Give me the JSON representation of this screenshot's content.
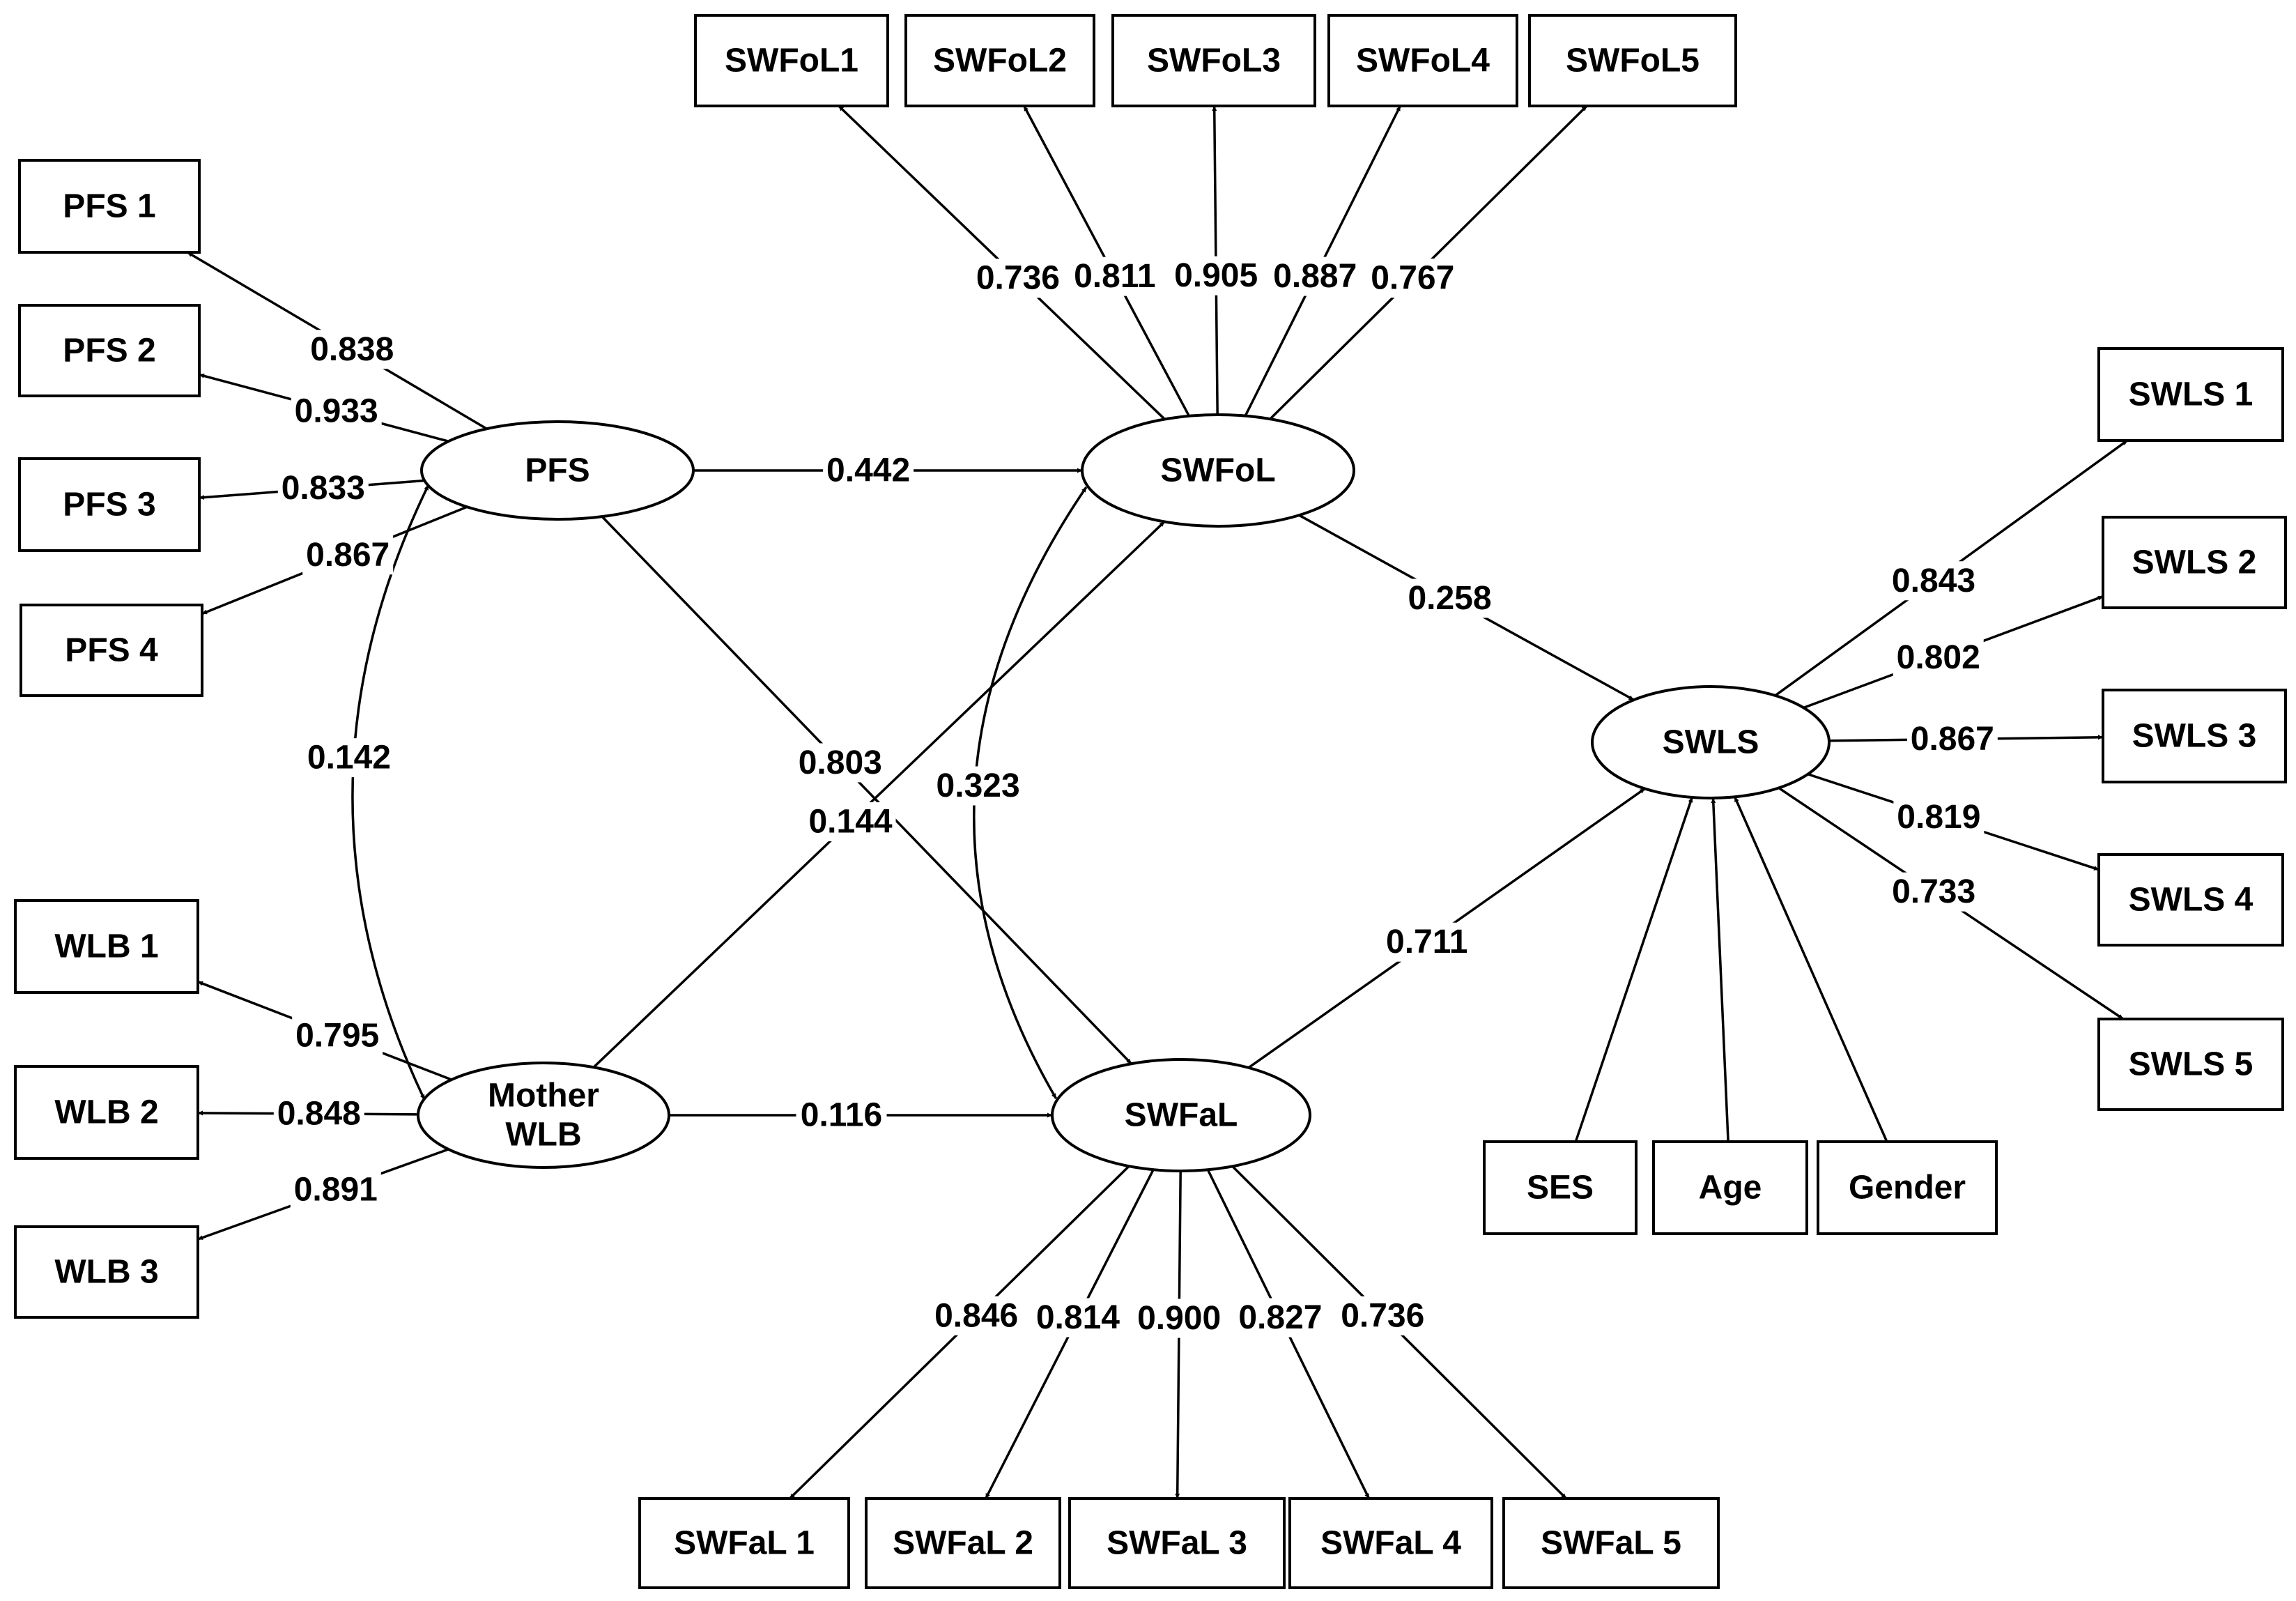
{
  "nodes": {
    "PFS": [
      "PFS"
    ],
    "MWLB": [
      "Mother",
      "WLB"
    ],
    "SWFoL": [
      "SWFoL"
    ],
    "SWFaL": [
      "SWFaL"
    ],
    "SWLS": [
      "SWLS"
    ],
    "PFS1": [
      "PFS 1"
    ],
    "PFS2": [
      "PFS 2"
    ],
    "PFS3": [
      "PFS 3"
    ],
    "PFS4": [
      "PFS 4"
    ],
    "WLB1": [
      "WLB 1"
    ],
    "WLB2": [
      "WLB 2"
    ],
    "WLB3": [
      "WLB 3"
    ],
    "SWFoL1": [
      "SWFoL1"
    ],
    "SWFoL2": [
      "SWFoL2"
    ],
    "SWFoL3": [
      "SWFoL3"
    ],
    "SWFoL4": [
      "SWFoL4"
    ],
    "SWFoL5": [
      "SWFoL5"
    ],
    "SWFaL1": [
      "SWFaL 1"
    ],
    "SWFaL2": [
      "SWFaL 2"
    ],
    "SWFaL3": [
      "SWFaL 3"
    ],
    "SWFaL4": [
      "SWFaL 4"
    ],
    "SWFaL5": [
      "SWFaL 5"
    ],
    "SWLS1": [
      "SWLS 1"
    ],
    "SWLS2": [
      "SWLS 2"
    ],
    "SWLS3": [
      "SWLS 3"
    ],
    "SWLS4": [
      "SWLS 4"
    ],
    "SWLS5": [
      "SWLS 5"
    ],
    "SES": [
      "SES"
    ],
    "Age": [
      "Age"
    ],
    "Gender": [
      "Gender"
    ]
  },
  "edges": [
    {
      "from": "PFS",
      "to": "PFS1",
      "label": "0.838"
    },
    {
      "from": "PFS",
      "to": "PFS2",
      "label": "0.933"
    },
    {
      "from": "PFS",
      "to": "PFS3",
      "label": "0.833"
    },
    {
      "from": "PFS",
      "to": "PFS4",
      "label": "0.867"
    },
    {
      "from": "MWLB",
      "to": "WLB1",
      "label": "0.795"
    },
    {
      "from": "MWLB",
      "to": "WLB2",
      "label": "0.848"
    },
    {
      "from": "MWLB",
      "to": "WLB3",
      "label": "0.891"
    },
    {
      "from": "SWFoL",
      "to": "SWFoL1",
      "label": "0.736"
    },
    {
      "from": "SWFoL",
      "to": "SWFoL2",
      "label": "0.811"
    },
    {
      "from": "SWFoL",
      "to": "SWFoL3",
      "label": "0.905"
    },
    {
      "from": "SWFoL",
      "to": "SWFoL4",
      "label": "0.887"
    },
    {
      "from": "SWFoL",
      "to": "SWFoL5",
      "label": "0.767"
    },
    {
      "from": "SWFaL",
      "to": "SWFaL1",
      "label": "0.846"
    },
    {
      "from": "SWFaL",
      "to": "SWFaL2",
      "label": "0.814"
    },
    {
      "from": "SWFaL",
      "to": "SWFaL3",
      "label": "0.900"
    },
    {
      "from": "SWFaL",
      "to": "SWFaL4",
      "label": "0.827"
    },
    {
      "from": "SWFaL",
      "to": "SWFaL5",
      "label": "0.736"
    },
    {
      "from": "SWLS",
      "to": "SWLS1",
      "label": "0.843"
    },
    {
      "from": "SWLS",
      "to": "SWLS2",
      "label": "0.802"
    },
    {
      "from": "SWLS",
      "to": "SWLS3",
      "label": "0.867"
    },
    {
      "from": "SWLS",
      "to": "SWLS4",
      "label": "0.819"
    },
    {
      "from": "SWLS",
      "to": "SWLS5",
      "label": "0.733"
    },
    {
      "from": "PFS",
      "to": "SWFoL",
      "label": "0.442"
    },
    {
      "from": "PFS",
      "to": "SWFaL",
      "label": "0.803"
    },
    {
      "from": "MWLB",
      "to": "SWFoL",
      "label": "0.144"
    },
    {
      "from": "MWLB",
      "to": "SWFaL",
      "label": "0.116"
    },
    {
      "from": "SWFoL",
      "to": "SWLS",
      "label": "0.258"
    },
    {
      "from": "SWFaL",
      "to": "SWLS",
      "label": "0.711"
    },
    {
      "from": "SES",
      "to": "SWLS",
      "label": ""
    },
    {
      "from": "Age",
      "to": "SWLS",
      "label": ""
    },
    {
      "from": "Gender",
      "to": "SWLS",
      "label": ""
    }
  ],
  "covariances": [
    {
      "between": [
        "PFS",
        "MWLB"
      ],
      "label": "0.142"
    },
    {
      "between": [
        "SWFoL",
        "SWFaL"
      ],
      "label": "0.323"
    }
  ]
}
